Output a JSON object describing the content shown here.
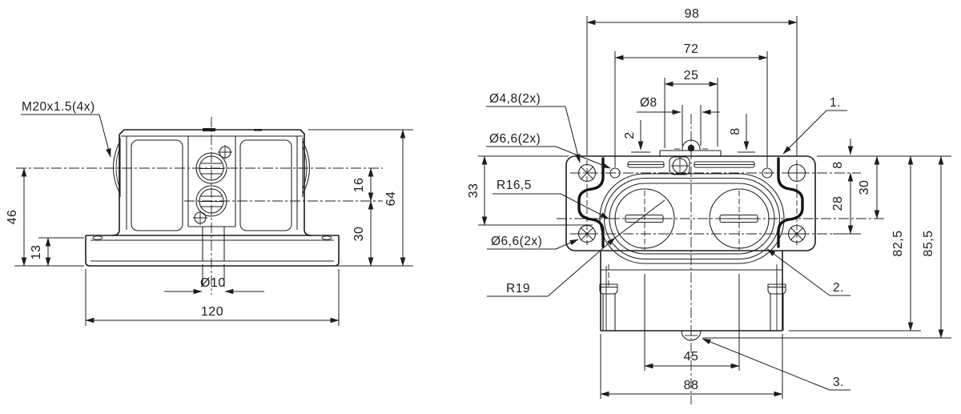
{
  "drawing": {
    "left_view": {
      "thread_label": "M20x1.5(4x)",
      "dim_46": "46",
      "dim_13": "13",
      "dim_16": "16",
      "dim_30": "30",
      "dim_64": "64",
      "dim_dia10": "Ø10",
      "dim_120": "120"
    },
    "right_view": {
      "dim_98": "98",
      "dim_72": "72",
      "dim_25": "25",
      "dim_dia8": "Ø8",
      "dim_2": "2",
      "dim_8_top": "8",
      "dim_8_right": "8",
      "dim_28": "28",
      "dim_30": "30",
      "dim_82_5": "82,5",
      "dim_85_5": "85,5",
      "dim_33": "33",
      "dim_45": "45",
      "dim_88": "88",
      "label_dia_4_8": "Ø4,8(2x)",
      "label_dia_6_6_top": "Ø6,6(2x)",
      "label_r16_5": "R16,5",
      "label_dia_6_6_bottom": "Ø6,6(2x)",
      "label_r19": "R19",
      "note_1": "1.",
      "note_2": "2.",
      "note_3": "3."
    },
    "colors": {
      "line": "#1d1d1d",
      "background": "#ffffff"
    }
  }
}
